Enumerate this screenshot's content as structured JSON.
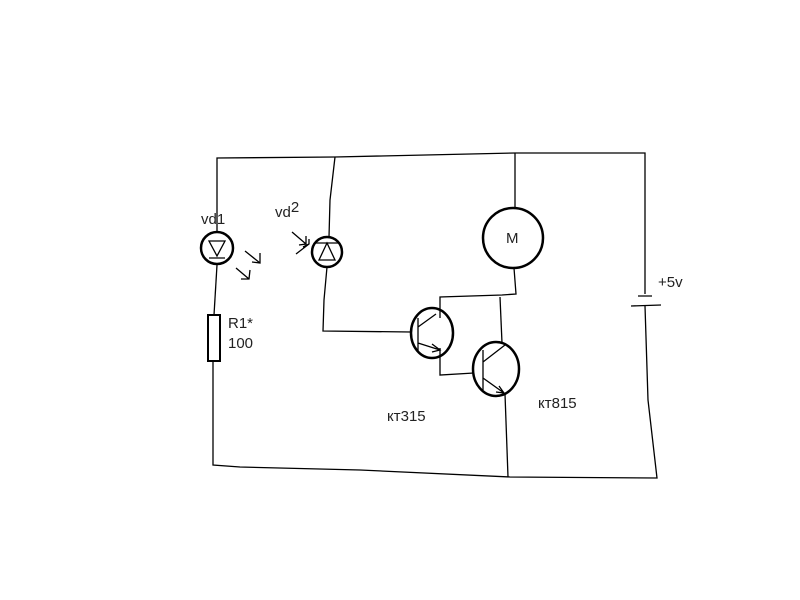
{
  "labels": {
    "vd1": "vd1",
    "vd2_base": "vd",
    "vd2_sup": "2",
    "r1_name": "R1*",
    "r1_value": "100",
    "motor": "M",
    "supply": "+5v",
    "q1": "кт315",
    "q2": "кт815"
  },
  "colors": {
    "ink": "#000000",
    "text": "#222222",
    "background": "#ffffff"
  }
}
